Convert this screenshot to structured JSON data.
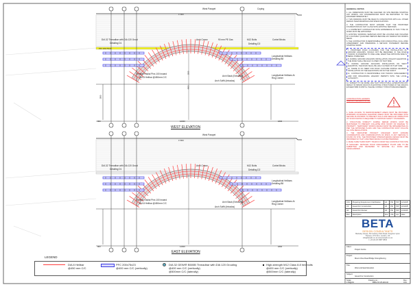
{
  "west_elevation": {
    "title": "WEST ELEVATION",
    "labels": {
      "west_parapet": "West Parapet",
      "coping": "Coping",
      "threadbar": "DIA 32 Threadbar with DIA 120 Grout",
      "detailing_d1": "Detailing D1",
      "arch_crown": "Arch Crown",
      "gas": "90 mm PE Gas",
      "m12_bolts": "M12 Bolts",
      "detailing_d2": "Detailing D2",
      "corbel_bricks": "Corbel Bricks",
      "long_helibars_b8": "Longitudinal Helibars Detailing B8",
      "pfc": "PFC 200x75x23",
      "radial_pins": "Vertical Radial Pins 100 Inward",
      "helibar": "DIA 8 Helibar @450mm C/C",
      "arch_back": "Arch Back (Extrados)",
      "arch_soffit": "Arch Soffit (Intrados)",
      "long_helibars_ring": "Longitudinal Helibars At Ring Center"
    },
    "dimensions": {
      "overall": "17300",
      "span": "12000",
      "rise": "1500",
      "height": "4900",
      "abutment": "2800",
      "side_a": "800",
      "side_b": "1800"
    }
  },
  "east_elevation": {
    "title": "EAST ELEVATION",
    "labels": {
      "east_parapet": "West Parapet",
      "threadbar": "DIA 32 Threadbar with DIA 120 Grout",
      "detailing_d1": "Detailing D1",
      "arch_crown": "Arch Crown",
      "m12_bolts": "M12 Bolts",
      "detailing_d2": "Detailing D2",
      "corbel_bricks": "Corbel Bricks",
      "long_helibars_b8": "Longitudinal Helibars Detailing B8",
      "radial_pins": "Vertical Radial Pins 100 Inward",
      "helibar": "DIA 8 Helibar @450mm C/C",
      "arch_back": "Arch Back (Extrados)",
      "arch_soffit": "Arch Soffit (Intrados)",
      "long_helibars_ring": "Longitudinal Helibars At Ring Center"
    },
    "dimensions": {
      "overall": "17300",
      "span": "12000",
      "side_a": "800",
      "side_b": "1800"
    }
  },
  "legend": {
    "title": "LEGEND",
    "items": [
      {
        "line1": "DIA 8 Helibar",
        "line2": "@450 mm C/C",
        "line3": "",
        "color": "#ff3b3b"
      },
      {
        "line1": "PFC 200x75x23",
        "line2": "@400 mm C/C (vertically)",
        "line3": "",
        "color": "#3a3ae0"
      },
      {
        "line1": "DIA 32 GEWI® B500B Threadbar with DIA 120 Grouting",
        "line2": "@400 mm C/C (vertically)",
        "line3": "@500mm C/C (laterally)",
        "color": "#5ab0c8"
      },
      {
        "line1": "High-strength M12 Class 8.8 hex bolts",
        "line2": "@400 mm C/C (vertically)",
        "line3": "@500mm C/C (laterally)",
        "color": "#111111"
      }
    ]
  },
  "notes": {
    "heading": "GENERAL NOTES",
    "items": [
      "1. ALL DIMENSIONS MUST BE CHECKED ON SITE BEFORE STARTING ANY WORKS. ANY DISCREPANCIES MUST BE REPORTED TO THE ENGINEER IMMEDIATELY.",
      "2. THIS DRAWING MUST BE READ IN CONJUNCTION WITH ALL OTHER DESIGN TEAM DRAWINGS AND SPECIFICATIONS.",
      "3. THE CONTRACTOR MUST ENSURE THAT THE PROPOSED FOUNDATIONS DO NOT CLASH WITH EXISTING SERVICES.",
      "4. A COMPETENT CONTRACTOR WITH EXPERIENCE IN THIS TYPE OF WORK MUST BE APPOINTED.",
      "5. EXISTING WORKING SERVICES MUST BE LOCATED AND ISOLATED BY A SUITABLY QUALIFIED PERSON BEFORE ANY DEMOLITION WORKS BEGIN.",
      "6. THE CONTRACTOR IS RESPONSIBLE FOR CONDUCTING A FULL RISK ASSESSMENT AND PREPARING A METHOD STATEMENT BEFORE STARTING WORK."
    ],
    "boxed_items": [
      "7. PROPOSED ROAD CLOSURES: FOR THE INSTALLATION OF GROUND ANCHORS, WOULD NOT BE REQUIRED. IF THE ROAD TRAFFIC IS DIVERTED TO ONE LANE, WHEN THE OPPOSITE SIDE IS BEING STABILISED.",
      "8. DURING GROUND ANCHORS INSTALLATION ON EAST ELEVATION, THE ROAD SHALL BE HALF CLOSED ON THAT SIDE.",
      "9. DURING GROUND ANCHORS INSTALLATION ON WEST ELEVATION, THE ROAD SHALL BE HALF CLOSED ON THAT SIDE.",
      "10. THERE IS NO NEED FOR ROAD CLOSURE DURING HELIBARS INSTALLATION ON THE ELEVATIONS OR ON THE SOFFIT.",
      "11. CONTRACTOR IS RESPONSIBLE FOR TRAFFIC MANAGEMENT AND FOR ORGANISING HIGHWAY PERMITS WITH THE LOCAL AUTHORITY."
    ],
    "after_items": [
      "12. SUBJECT TO SE WADE LIKE THAT STRUCTURAL ALTERATIONS MAY RESULT IN MINOR CRACKS IN EXISTING STRUCTURES IF THE CRACKS EXCEED 5MM IN WIDTH, PLEASE CONSULT STRUCTURE ENGINEERS."
    ],
    "warning_heading": "CONSTRUCTION HAZARDS",
    "warning_sub": "SPECIFIC HAZARDS NOTED",
    "warning_items": [
      "1. SAFE ACCESS TO REINFORCEMENT AREAS MUST BE PROVIDED. WORKERS ACCESSING ELEVATED AREAS MUST BE PROVIDED WITH SECURE PLATFORMS TO PREVENT FALLS AND REGULAR INSPECTION OF SCAFFOLDING IS REQUIRED TO MAINTAIN SAFETY STANDARDS.",
      "2. STRUCTURE STABILITY DURING REPAIR WORKS MUST BE MAINTAINED TO PREVENT COLLAPSE RISK INJURY OR DAMAGE TO PROPERTY. TEMPORARY WORKS DESIGN MUST BE IMPLEMENTED AS PER THE APPROVED PLANS AND THE CONTRACTOR MUST FOLLOW ALL SITE REGULATIONS.",
      "3. THE DEDICATED PROJECT MANAGER MUST ENSURE COORDINATION AND COMMUNICATION OF RISKS. IF ANY SERVICE IS FOUND ON SITE, THE PROPOSED STRENGTHENING DESIGN MUST BE INFORMED SO THAT A REVISED DESIGN CAN BE PREPARED.",
      "4. MAKE SURE THIRD PARTY TRAFFIC FROM THE CONSTRUCTION SITE IS MANAGED. DETAILED ROAD MANAGEMENT PLANS ARE TO BE SUBMITTED AND REVIEWED TO ENSURE ALL ROAD ARE SAFEGUARDED."
    ]
  },
  "title_block": {
    "revisions": [
      {
        "rev": "C01",
        "desc": "Preparing Requirement Clarification",
        "drn": "AZ",
        "chk": "FW",
        "apr": "PW",
        "date": "12/12/25"
      },
      {
        "rev": "C0",
        "desc": "Issued For Construction",
        "drn": "AZ",
        "chk": "FW",
        "apr": "PW",
        "date": "10/12/25"
      },
      {
        "rev": "A0",
        "desc": "Issued For Review",
        "drn": "AZ",
        "chk": "FW",
        "apr": "PW",
        "date": "21/11/25"
      },
      {
        "rev": "Rev.",
        "desc": "Description",
        "drn": "Drw",
        "chk": "Chk",
        "apr": "Apr",
        "date": "Date"
      }
    ],
    "company": "BETA",
    "company_sub": "DESIGN CONSULTANTS",
    "address1": "Berkeley House, 50 Canbury Park Road, Kingston Upon",
    "address2": "Thames, KT2 6LX, London, UK",
    "address3": "info@betadc.co.uk     www.betadc.co.uk",
    "address4": "t:     +44 (0) 20 3987 3804",
    "client_label": "Client:",
    "client": "Project Centre",
    "project_label": "Project:",
    "project": "Mount View Road Bridge Strengthening",
    "title_label": "Title:",
    "title": "West and East Elevation",
    "subject_label": "Subject:",
    "subject": "Issued For Construction",
    "scale_label": "Scale:",
    "scale": "1:50@A3",
    "drawing_label": "Drawing no.:",
    "drawing_no": "BWG-ST-25-024-02",
    "rev_label": "Rev.:",
    "rev": "C01"
  },
  "colors": {
    "helibar": "#ff3b3b",
    "pfc": "#3a3ae0",
    "gas": "#f0f020",
    "brand": "#1f4e9c",
    "warning": "#e03030"
  }
}
